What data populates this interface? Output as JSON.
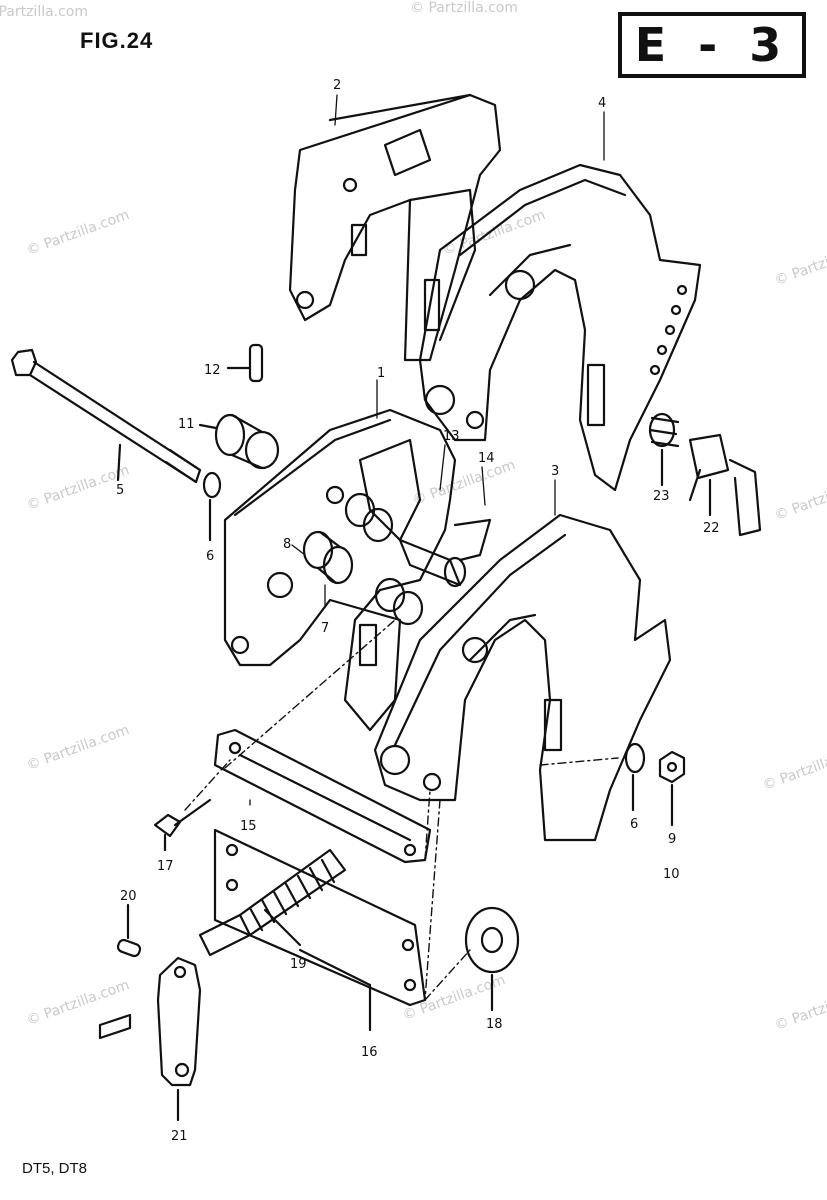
{
  "figure": {
    "title": "FIG.24",
    "section": "E - 3",
    "models": "DT5, DT8"
  },
  "watermark": {
    "text": "© Partzilla.com"
  },
  "callouts": [
    "1",
    "2",
    "3",
    "4",
    "5",
    "6",
    "6",
    "7",
    "8",
    "9",
    "10",
    "11",
    "12",
    "13",
    "14",
    "15",
    "16",
    "17",
    "18",
    "19",
    "20",
    "21",
    "22",
    "23"
  ]
}
